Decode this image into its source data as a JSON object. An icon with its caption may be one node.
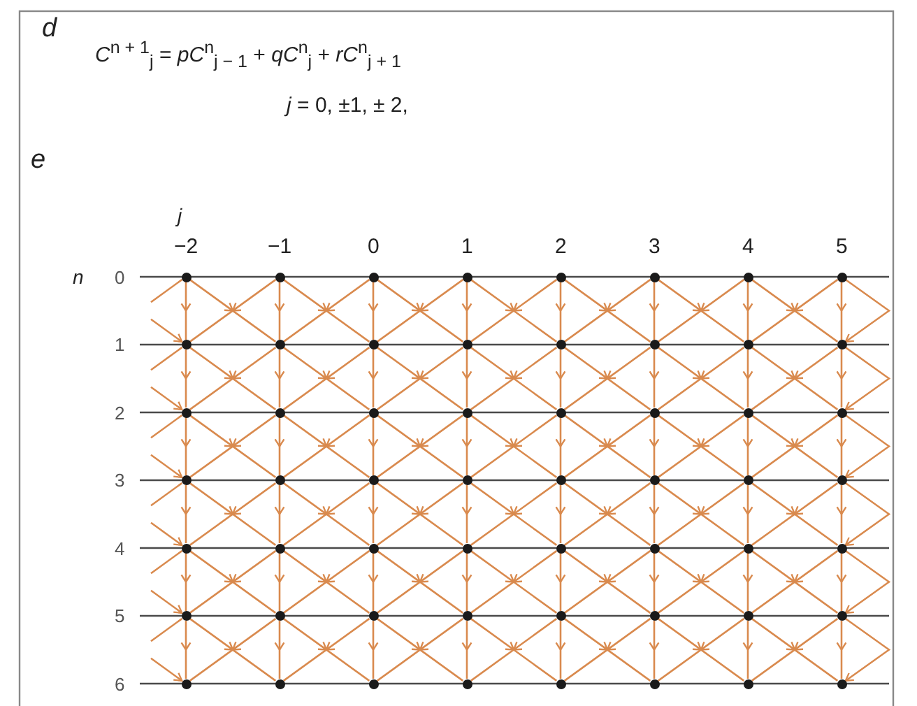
{
  "diagram": {
    "nodes": [
      {
        "text": [],
        "shape": "circle"
      },
      {
        "text": [],
        "shape": "circle"
      },
      {
        "text": [],
        "shape": "circle"
      },
      {
        "text": [],
        "shape": "circle"
      },
      {
        "text": [],
        "shape": "circle"
      },
      {
        "text": [],
        "shape": "circle"
      },
      {
        "text": [],
        "shape": "circle"
      },
      {
        "text": [],
        "shape": "circle"
      },
      {
        "text": [],
        "shape": "circle"
      },
      {
        "text": [],
        "shape": "circle"
      },
      {
        "text": [],
        "shape": "circle"
      },
      {
        "text": [],
        "shape": "circle"
      },
      {
        "text": [],
        "shape": "circle"
      },
      {
        "text": [],
        "shape": "circle"
      },
      {
        "text": [],
        "shape": "circle"
      },
      {
        "text": [],
        "shape": "circle"
      },
      {
        "text": [],
        "shape": "circle"
      },
      {
        "text": [],
        "shape": "circle"
      },
      {
        "text": [],
        "shape": "circle"
      },
      {
        "text": [],
        "shape": "circle"
      },
      {
        "text": [],
        "shape": "circle"
      },
      {
        "text": [],
        "shape": "circle"
      },
      {
        "text": [],
        "shape": "circle"
      },
      {
        "text": [],
        "shape": "circle"
      },
      {
        "text": [],
        "shape": "circle"
      },
      {
        "text": [],
        "shape": "circle"
      },
      {
        "text": [],
        "shape": "circle"
      },
      {
        "text": [],
        "shape": "circle"
      },
      {
        "text": [],
        "shape": "circle"
      },
      {
        "text": [],
        "shape": "circle"
      },
      {
        "text": [],
        "shape": "circle"
      },
      {
        "text": [],
        "shape": "circle"
      },
      {
        "text": [],
        "shape": "circle"
      },
      {
        "text": [],
        "shape": "circle"
      },
      {
        "text": [],
        "shape": "circle"
      },
      {
        "text": [],
        "shape": "circle"
      },
      {
        "text": [],
        "shape": "circle"
      },
      {
        "text": [],
        "shape": "circle"
      },
      {
        "text": [],
        "shape": "circle"
      },
      {
        "text": [],
        "shape": "circle"
      },
      {
        "text": [],
        "shape": "circle"
      },
      {
        "text": [],
        "shape": "circle"
      },
      {
        "text": [],
        "shape": "circle"
      },
      {
        "text": [],
        "shape": "circle"
      },
      {
        "text": [],
        "shape": "circle"
      },
      {
        "text": [],
        "shape": "circle"
      },
      {
        "text": [],
        "shape": "circle"
      },
      {
        "text": [],
        "shape": "circle"
      },
      {
        "text": [],
        "shape": "circle"
      },
      {
        "text": [],
        "shape": "circle"
      },
      {
        "text": [],
        "shape": "circle"
      },
      {
        "text": [],
        "shape": "circle"
      },
      {
        "text": [],
        "shape": "circle"
      },
      {
        "text": [],
        "shape": "circle"
      },
      {
        "text": [],
        "shape": "circle"
      },
      {
        "text": [],
        "shape": "circle"
      }
    ],
    "edges": [
      {
        "from": null,
        "to": 8,
        "arrow": "to"
      },
      {
        "from": 0,
        "to": null,
        "arrow": "none"
      },
      {
        "from": 0,
        "to": 8,
        "arrow": "to"
      },
      {
        "from": 0,
        "to": 9,
        "arrow": "to"
      },
      {
        "from": 1,
        "to": 8,
        "arrow": "to"
      },
      {
        "from": 1,
        "to": 9,
        "arrow": "to"
      },
      {
        "from": 1,
        "to": 10,
        "arrow": "to"
      },
      {
        "from": 2,
        "to": 9,
        "arrow": "to"
      },
      {
        "from": 2,
        "to": 10,
        "arrow": "to"
      },
      {
        "from": 2,
        "to": 11,
        "arrow": "to"
      },
      {
        "from": 3,
        "to": 10,
        "arrow": "to"
      },
      {
        "from": 3,
        "to": 11,
        "arrow": "to"
      },
      {
        "from": 3,
        "to": 12,
        "arrow": "to"
      },
      {
        "from": 4,
        "to": 11,
        "arrow": "to"
      },
      {
        "from": 4,
        "to": 12,
        "arrow": "to"
      },
      {
        "from": 4,
        "to": 13,
        "arrow": "to"
      },
      {
        "from": 5,
        "to": 12,
        "arrow": "to"
      },
      {
        "from": 5,
        "to": 13,
        "arrow": "to"
      },
      {
        "from": 5,
        "to": 14,
        "arrow": "to"
      },
      {
        "from": 6,
        "to": 13,
        "arrow": "to"
      },
      {
        "from": 6,
        "to": 14,
        "arrow": "to"
      },
      {
        "from": 6,
        "to": 15,
        "arrow": "to"
      },
      {
        "from": 7,
        "to": 14,
        "arrow": "to"
      },
      {
        "from": 7,
        "to": 15,
        "arrow": "to"
      },
      {
        "from": 7,
        "to": 15,
        "arrow": "to"
      },
      {
        "from": null,
        "to": 16,
        "arrow": "to"
      },
      {
        "from": 8,
        "to": null,
        "arrow": "none"
      },
      {
        "from": 8,
        "to": 16,
        "arrow": "to"
      },
      {
        "from": 8,
        "to": 17,
        "arrow": "to"
      },
      {
        "from": 9,
        "to": 16,
        "arrow": "to"
      },
      {
        "from": 9,
        "to": 17,
        "arrow": "to"
      },
      {
        "from": 9,
        "to": 18,
        "arrow": "to"
      },
      {
        "from": 10,
        "to": 17,
        "arrow": "to"
      },
      {
        "from": 10,
        "to": 18,
        "arrow": "to"
      },
      {
        "from": 10,
        "to": 19,
        "arrow": "to"
      },
      {
        "from": 11,
        "to": 18,
        "arrow": "to"
      },
      {
        "from": 11,
        "to": 19,
        "arrow": "to"
      },
      {
        "from": 11,
        "to": 20,
        "arrow": "to"
      },
      {
        "from": 12,
        "to": 19,
        "arrow": "to"
      },
      {
        "from": 12,
        "to": 20,
        "arrow": "to"
      },
      {
        "from": 12,
        "to": 21,
        "arrow": "to"
      },
      {
        "from": 13,
        "to": 20,
        "arrow": "to"
      },
      {
        "from": 13,
        "to": 21,
        "arrow": "to"
      },
      {
        "from": 13,
        "to": 22,
        "arrow": "to"
      },
      {
        "from": 14,
        "to": 21,
        "arrow": "to"
      },
      {
        "from": 14,
        "to": 22,
        "arrow": "to"
      },
      {
        "from": 14,
        "to": 23,
        "arrow": "to"
      },
      {
        "from": 15,
        "to": 22,
        "arrow": "to"
      },
      {
        "from": 15,
        "to": 23,
        "arrow": "to"
      },
      {
        "from": 15,
        "to": 23,
        "arrow": "to"
      },
      {
        "from": null,
        "to": 24,
        "arrow": "to"
      },
      {
        "from": 16,
        "to": null,
        "arrow": "none"
      },
      {
        "from": 16,
        "to": 24,
        "arrow": "to"
      },
      {
        "from": 16,
        "to": 25,
        "arrow": "to"
      },
      {
        "from": 17,
        "to": 24,
        "arrow": "to"
      },
      {
        "from": 17,
        "to": 25,
        "arrow": "to"
      },
      {
        "from": 17,
        "to": 26,
        "arrow": "to"
      },
      {
        "from": 18,
        "to": 25,
        "arrow": "to"
      },
      {
        "from": 18,
        "to": 26,
        "arrow": "to"
      },
      {
        "from": 18,
        "to": 27,
        "arrow": "to"
      },
      {
        "from": 19,
        "to": 26,
        "arrow": "to"
      },
      {
        "from": 19,
        "to": 27,
        "arrow": "to"
      },
      {
        "from": 19,
        "to": 28,
        "arrow": "to"
      },
      {
        "from": 20,
        "to": 27,
        "arrow": "to"
      },
      {
        "from": 20,
        "to": 28,
        "arrow": "to"
      },
      {
        "from": 20,
        "to": 29,
        "arrow": "to"
      },
      {
        "from": 21,
        "to": 28,
        "arrow": "to"
      },
      {
        "from": 21,
        "to": 29,
        "arrow": "to"
      },
      {
        "from": 21,
        "to": 30,
        "arrow": "to"
      },
      {
        "from": 22,
        "to": 29,
        "arrow": "to"
      },
      {
        "from": 22,
        "to": 30,
        "arrow": "to"
      },
      {
        "from": 22,
        "to": 31,
        "arrow": "to"
      },
      {
        "from": 23,
        "to": 30,
        "arrow": "to"
      },
      {
        "from": 23,
        "to": 31,
        "arrow": "to"
      },
      {
        "from": 23,
        "to": 31,
        "arrow": "to"
      },
      {
        "from": null,
        "to": 32,
        "arrow": "to"
      },
      {
        "from": 24,
        "to": null,
        "arrow": "none"
      },
      {
        "from": 24,
        "to": 32,
        "arrow": "to"
      },
      {
        "from": 24,
        "to": 33,
        "arrow": "to"
      },
      {
        "from": 25,
        "to": 32,
        "arrow": "to"
      },
      {
        "from": 25,
        "to": 33,
        "arrow": "to"
      },
      {
        "from": 25,
        "to": 34,
        "arrow": "to"
      },
      {
        "from": 26,
        "to": 33,
        "arrow": "to"
      },
      {
        "from": 26,
        "to": 34,
        "arrow": "to"
      },
      {
        "from": 26,
        "to": 35,
        "arrow": "to"
      },
      {
        "from": 27,
        "to": 34,
        "arrow": "to"
      },
      {
        "from": 27,
        "to": 35,
        "arrow": "to"
      },
      {
        "from": 27,
        "to": 36,
        "arrow": "to"
      },
      {
        "from": 28,
        "to": 35,
        "arrow": "to"
      },
      {
        "from": 28,
        "to": 36,
        "arrow": "to"
      },
      {
        "from": 28,
        "to": 37,
        "arrow": "to"
      },
      {
        "from": 29,
        "to": 36,
        "arrow": "to"
      },
      {
        "from": 29,
        "to": 37,
        "arrow": "to"
      },
      {
        "from": 29,
        "to": 38,
        "arrow": "to"
      },
      {
        "from": 30,
        "to": 37,
        "arrow": "to"
      },
      {
        "from": 30,
        "to": 38,
        "arrow": "to"
      },
      {
        "from": 30,
        "to": 39,
        "arrow": "to"
      },
      {
        "from": 31,
        "to": 38,
        "arrow": "to"
      },
      {
        "from": 31,
        "to": 39,
        "arrow": "to"
      },
      {
        "from": 31,
        "to": 39,
        "arrow": "to"
      },
      {
        "from": null,
        "to": 40,
        "arrow": "to"
      },
      {
        "from": 32,
        "to": null,
        "arrow": "none"
      },
      {
        "from": 32,
        "to": 40,
        "arrow": "to"
      },
      {
        "from": 32,
        "to": 41,
        "arrow": "to"
      },
      {
        "from": 33,
        "to": 40,
        "arrow": "to"
      },
      {
        "from": 33,
        "to": 41,
        "arrow": "to"
      },
      {
        "from": 33,
        "to": 42,
        "arrow": "to"
      },
      {
        "from": 34,
        "to": 41,
        "arrow": "to"
      },
      {
        "from": 34,
        "to": 42,
        "arrow": "to"
      },
      {
        "from": 34,
        "to": 43,
        "arrow": "to"
      },
      {
        "from": 35,
        "to": 42,
        "arrow": "to"
      },
      {
        "from": 35,
        "to": 43,
        "arrow": "to"
      },
      {
        "from": 35,
        "to": 44,
        "arrow": "to"
      },
      {
        "from": 36,
        "to": 43,
        "arrow": "to"
      },
      {
        "from": 36,
        "to": 44,
        "arrow": "to"
      },
      {
        "from": 36,
        "to": 45,
        "arrow": "to"
      },
      {
        "from": 37,
        "to": 44,
        "arrow": "to"
      },
      {
        "from": 37,
        "to": 45,
        "arrow": "to"
      },
      {
        "from": 37,
        "to": 46,
        "arrow": "to"
      },
      {
        "from": 38,
        "to": 45,
        "arrow": "to"
      },
      {
        "from": 38,
        "to": 46,
        "arrow": "to"
      },
      {
        "from": 38,
        "to": 47,
        "arrow": "to"
      },
      {
        "from": 39,
        "to": 46,
        "arrow": "to"
      },
      {
        "from": 39,
        "to": 47,
        "arrow": "to"
      },
      {
        "from": 39,
        "to": 47,
        "arrow": "to"
      },
      {
        "from": null,
        "to": 48,
        "arrow": "to"
      },
      {
        "from": 40,
        "to": null,
        "arrow": "none"
      },
      {
        "from": 40,
        "to": 48,
        "arrow": "to"
      },
      {
        "from": 40,
        "to": 49,
        "arrow": "to"
      },
      {
        "from": 41,
        "to": 48,
        "arrow": "to"
      },
      {
        "from": 41,
        "to": 49,
        "arrow": "to"
      },
      {
        "from": 41,
        "to": 50,
        "arrow": "to"
      },
      {
        "from": 42,
        "to": 49,
        "arrow": "to"
      },
      {
        "from": 42,
        "to": 50,
        "arrow": "to"
      },
      {
        "from": 42,
        "to": 51,
        "arrow": "to"
      },
      {
        "from": 43,
        "to": 50,
        "arrow": "to"
      },
      {
        "from": 43,
        "to": 51,
        "arrow": "to"
      },
      {
        "from": 43,
        "to": 52,
        "arrow": "to"
      },
      {
        "from": 44,
        "to": 51,
        "arrow": "to"
      },
      {
        "from": 44,
        "to": 52,
        "arrow": "to"
      },
      {
        "from": 44,
        "to": 53,
        "arrow": "to"
      },
      {
        "from": 45,
        "to": 52,
        "arrow": "to"
      },
      {
        "from": 45,
        "to": 53,
        "arrow": "to"
      },
      {
        "from": 45,
        "to": 54,
        "arrow": "to"
      },
      {
        "from": 46,
        "to": 53,
        "arrow": "to"
      },
      {
        "from": 46,
        "to": 54,
        "arrow": "to"
      },
      {
        "from": 46,
        "to": 55,
        "arrow": "to"
      },
      {
        "from": 47,
        "to": 54,
        "arrow": "to"
      },
      {
        "from": 47,
        "to": 55,
        "arrow": "to"
      },
      {
        "from": 47,
        "to": 55,
        "arrow": "to"
      }
    ],
    "labels": [
      "d",
      "*C*$^{n + 1}$$_{j}$ = *pC*$^{n}$$_{j − 1}$  + *qC*$^{n}$$_{j}$  +  *rC*$^{n}$$_{j + 1}$",
      "*j* = 0, ±1, ± 2,",
      "e",
      "j",
      "−2",
      "−1",
      "0",
      "1",
      "2",
      "3",
      "4",
      "5",
      "n",
      "0",
      "1",
      "2",
      "3",
      "4",
      "5",
      "6"
    ]
  }
}
